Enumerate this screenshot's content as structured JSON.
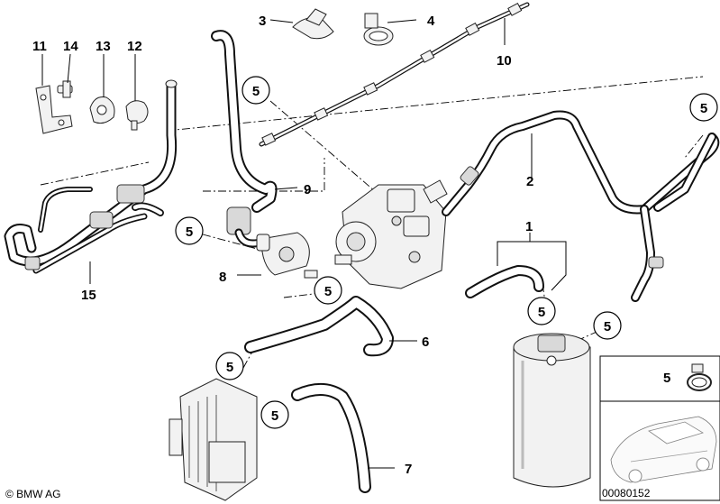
{
  "callouts": {
    "n1": "1",
    "n2": "2",
    "n3": "3",
    "n4": "4",
    "n6": "6",
    "n7": "7",
    "n8": "8",
    "n9": "9",
    "n10": "10",
    "n11": "11",
    "n12": "12",
    "n13": "13",
    "n14": "14",
    "n15": "15"
  },
  "circle_label": "5",
  "inset": {
    "label": "5"
  },
  "footer": {
    "brand": "© BMW AG",
    "drawing_number": "00080152"
  }
}
